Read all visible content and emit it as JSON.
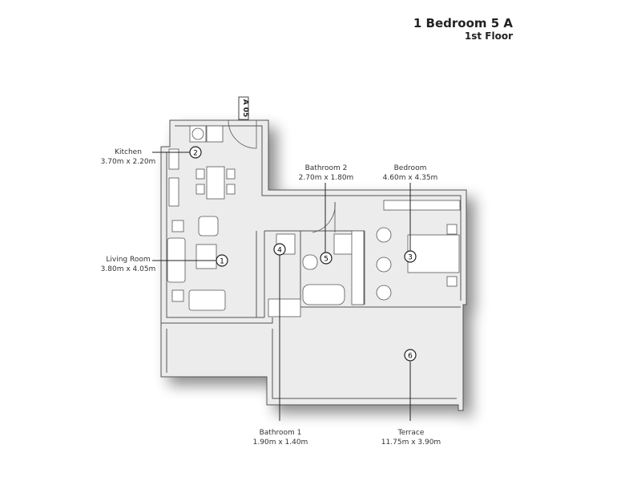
{
  "header": {
    "unit_title": "1 Bedroom 5 A",
    "floor": "1st Floor"
  },
  "entrance_tag": "A 05",
  "rooms": [
    {
      "number": "1",
      "name": "Living Room",
      "size": "3.80m x 4.05m"
    },
    {
      "number": "2",
      "name": "Kitchen",
      "size": "3.70m x 2.20m"
    },
    {
      "number": "3",
      "name": "Bedroom",
      "size": "4.60m x 4.35m"
    },
    {
      "number": "4",
      "name": "Bathroom 1",
      "size": "1.90m x 1.40m"
    },
    {
      "number": "5",
      "name": "Bathroom 2",
      "size": "2.70m x 1.80m"
    },
    {
      "number": "6",
      "name": "Terrace",
      "size": "11.75m x 3.90m"
    }
  ],
  "colors": {
    "floor": "#ececec",
    "wall": "#555555",
    "text": "#222222"
  }
}
